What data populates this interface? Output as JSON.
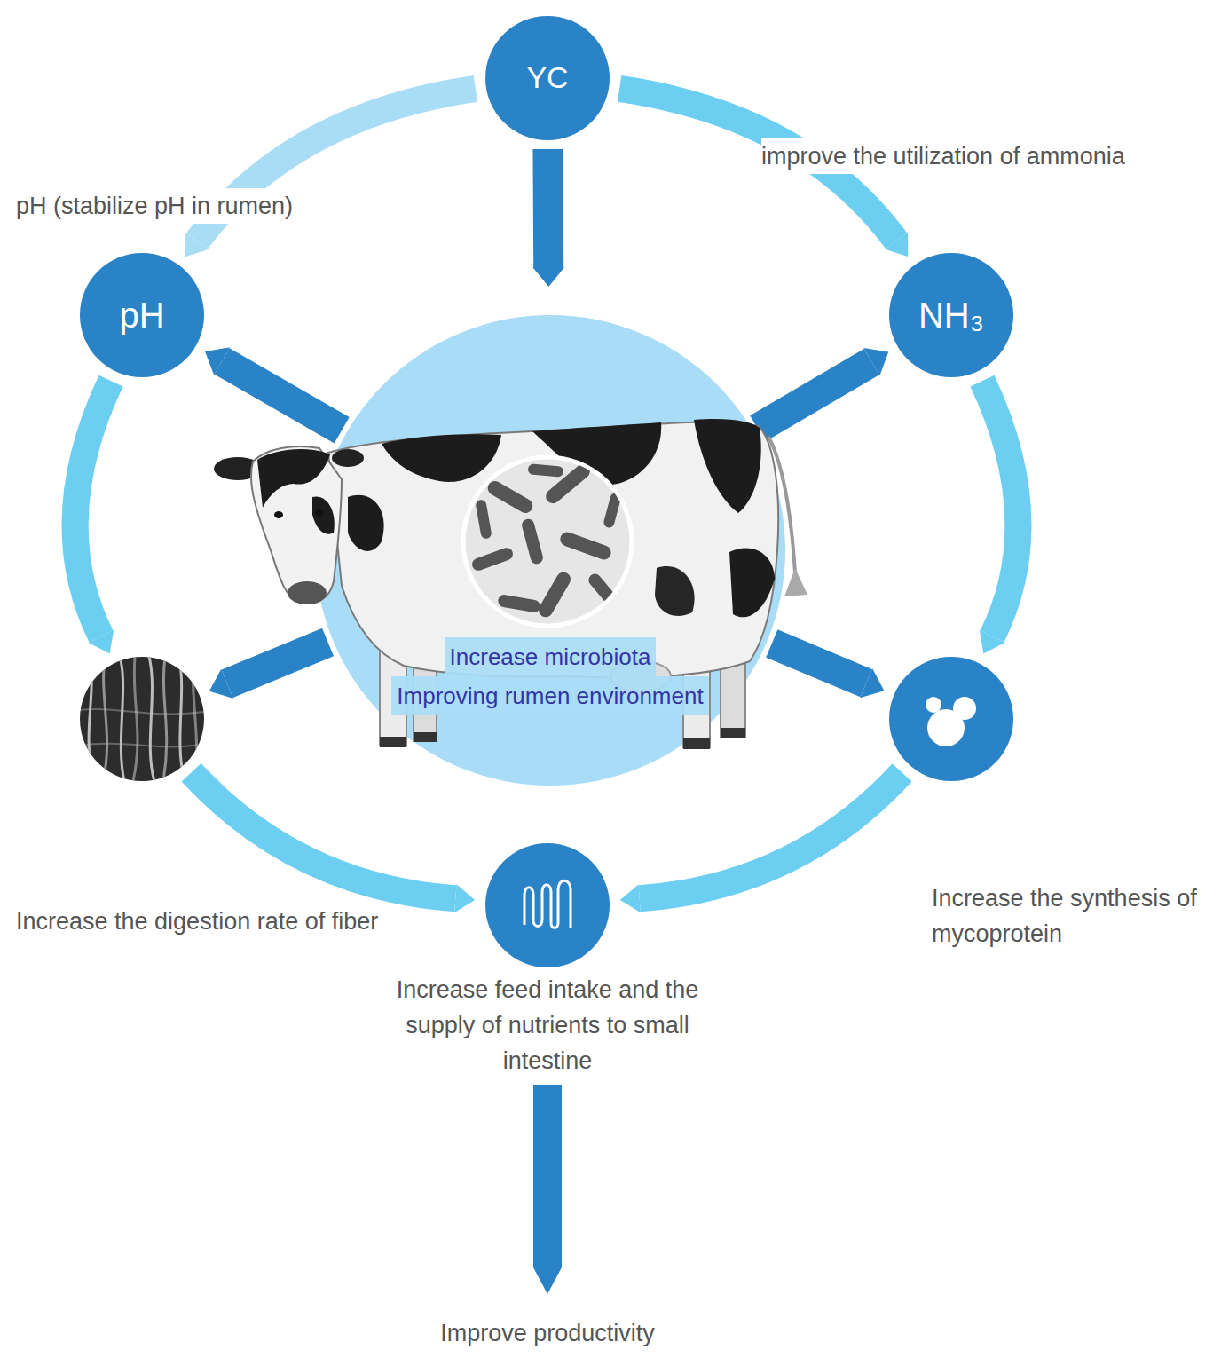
{
  "diagram": {
    "nodes": [
      {
        "text": [
          "YC"
        ]
      },
      {
        "text": [
          "pH"
        ]
      },
      {
        "text": [
          "NH₃"
        ]
      },
      {
        "text": [
          "Increase microbiota",
          "Improving rumen environment"
        ]
      },
      {
        "text": [
          "Increase the digestion rate of fiber"
        ]
      },
      {
        "text": [
          "Increase the synthesis of mycoprotein"
        ]
      },
      {
        "text": [
          "Increase feed intake and the supply of nutrients to small intestine"
        ]
      }
    ],
    "edges": [
      {
        "from": 0,
        "to": 3,
        "arrow": "to"
      },
      {
        "from": 3,
        "to": 1,
        "arrow": "to"
      },
      {
        "from": 3,
        "to": 2,
        "arrow": "to"
      },
      {
        "from": 3,
        "to": 4,
        "arrow": "to"
      },
      {
        "from": 3,
        "to": 5,
        "arrow": "to"
      },
      {
        "from": 0,
        "to": 1,
        "arrow": "to"
      },
      {
        "from": 0,
        "to": 2,
        "arrow": "to"
      },
      {
        "from": 1,
        "to": 4,
        "arrow": "to"
      },
      {
        "from": 2,
        "to": 5,
        "arrow": "to"
      },
      {
        "from": 4,
        "to": 6,
        "arrow": "to"
      },
      {
        "from": 5,
        "to": 6,
        "arrow": "to"
      }
    ],
    "labels": [
      "pH (stabilize pH in rumen)",
      "improve the utilization of ammonia",
      "Improve productivity"
    ]
  }
}
